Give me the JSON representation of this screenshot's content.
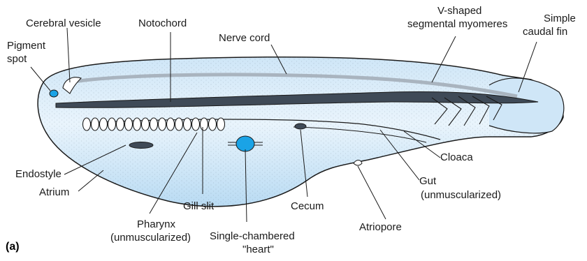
{
  "panel_label": "(a)",
  "labels": {
    "pigment_spot": [
      "Pigment",
      "spot"
    ],
    "cerebral_vesicle": "Cerebral vesicle",
    "notochord": "Notochord",
    "nerve_cord": "Nerve cord",
    "myomeres": [
      "V-shaped",
      "segmental myomeres"
    ],
    "caudal_fin": [
      "Simple",
      "caudal fin"
    ],
    "endostyle": "Endostyle",
    "atrium": "Atrium",
    "gill_slit": "Gill slit",
    "pharynx": [
      "Pharynx",
      "(unmuscularized)"
    ],
    "heart": [
      "Single-chambered",
      "\"heart\""
    ],
    "cecum": "Cecum",
    "atriopore": "Atriopore",
    "gut": [
      "Gut",
      "(unmuscularized)"
    ],
    "cloaca": "Cloaca"
  },
  "colors": {
    "body_fill": "#cfe6f7",
    "body_fill_light": "#e9f4fc",
    "outline": "#1a1a1a",
    "notochord": "#3f4a57",
    "heart": "#1aa3e6",
    "pigment": "#1aa3e6"
  }
}
